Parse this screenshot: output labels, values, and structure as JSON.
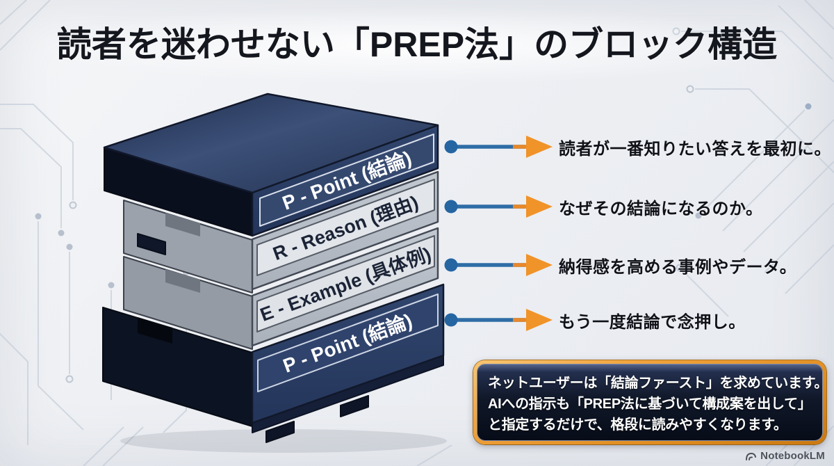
{
  "title": "読者を迷わせない「PREP法」のブロック構造",
  "blocks": [
    {
      "label": "P - Point (結論)",
      "annotation": "読者が一番知りたい答えを最初に。",
      "face_color": "#2c3f66",
      "band_color": "#35496f",
      "label_text_color": "#ffffff"
    },
    {
      "label": "R - Reason (理由)",
      "annotation": "なぜその結論になるのか。",
      "face_color": "#b8bec7",
      "band_color": "#e2e5ea",
      "label_text_color": "#1b2436"
    },
    {
      "label": "E - Example (具体例)",
      "annotation": "納得感を高める事例やデータ。",
      "face_color": "#b3b9c2",
      "band_color": "#dfe2e7",
      "label_text_color": "#1b2436"
    },
    {
      "label": "P - Point (結論)",
      "annotation": "もう一度結論で念押し。",
      "face_color": "#273a60",
      "band_color": "#2f436c",
      "label_text_color": "#ffffff"
    }
  ],
  "arrow_style": {
    "dot_color": "#2565a2",
    "line_color": "#2e6da6",
    "head_color": "#f09329"
  },
  "note_box": {
    "lines": [
      "ネットユーザーは「結論ファースト」を求めています。",
      "AIへの指示も「PREP法に基づいて構成案を出して」",
      "と指定するだけで、格段に読みやすくなります。"
    ],
    "border_color": "#e99b2e",
    "background_color": "#0b1222",
    "text_color": "#ffffff"
  },
  "watermark": {
    "label": "NotebookLM"
  },
  "background": {
    "circuit_line_color": "#bfc8d4",
    "base_color": "#eef0f4"
  }
}
